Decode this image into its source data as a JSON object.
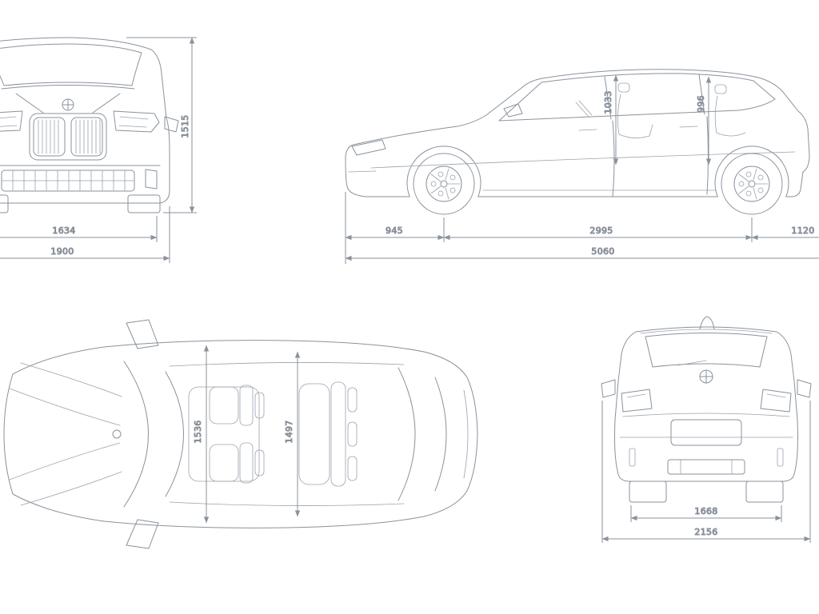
{
  "colors": {
    "background": "#ffffff",
    "lines": "#8a929c",
    "text": "#454b54"
  },
  "front_view": {
    "dim_height": "1515",
    "dim_track": "1634",
    "dim_width": "1900"
  },
  "side_view": {
    "dim_headroom_front": "1033",
    "dim_headroom_rear": "996",
    "dim_overhang_front": "945",
    "dim_wheelbase": "2995",
    "dim_overhang_rear": "1120",
    "dim_length": "5060"
  },
  "top_view": {
    "dim_width_front_interior": "1536",
    "dim_width_rear_interior": "1497"
  },
  "rear_view": {
    "dim_track_rear": "1668",
    "dim_width_mirrors": "2156"
  }
}
